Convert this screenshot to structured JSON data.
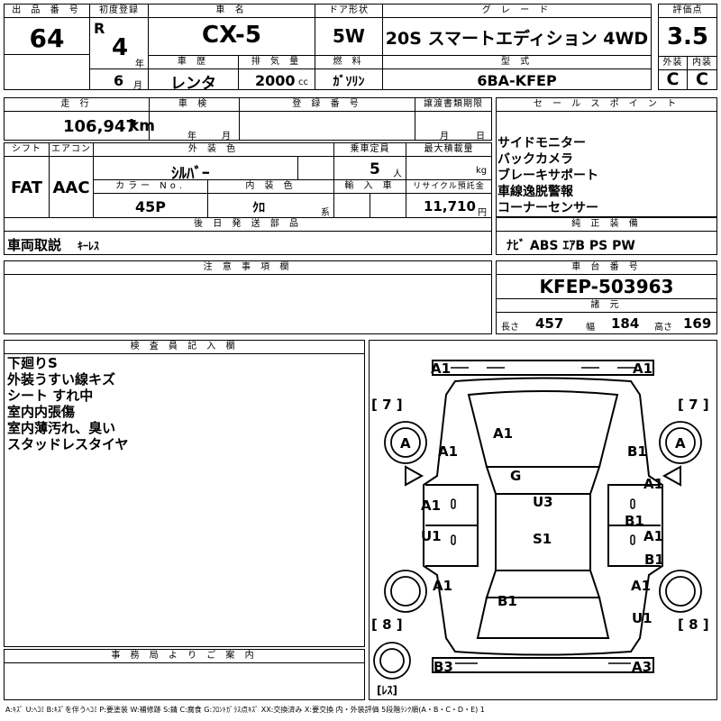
{
  "headers": {
    "lot_no": "出 品 番 号",
    "first_reg": "初度登録",
    "car_name": "車  名",
    "door": "ドア形状",
    "grade": "グ レ ー ド",
    "score": "評価点",
    "history": "車 歴",
    "displacement": "排 気 量",
    "fuel": "燃 料",
    "model_code": "型 式",
    "exterior": "外装",
    "interior": "内装",
    "mileage": "走 行",
    "inspection": "車 検",
    "reg_no": "登 録 番 号",
    "transfer_deadline": "譲渡書類期限",
    "sales_points": "セ ー ル ス ポ イ ン ト",
    "shift": "シフト",
    "aircon": "エアコン",
    "ext_color": "外 装 色",
    "capacity": "乗車定員",
    "max_load": "最大積載量",
    "color_no": "カラー  No.",
    "int_color": "内 装 色",
    "import": "輸 入 車",
    "recycle": "リサイクル預託金",
    "later_parts": "後 日 発 送 部 品",
    "genuine_equipment": "純 正 装 備",
    "notes": "注 意 事 項 欄",
    "chassis_no": "車 台 番 号",
    "specs": "諸 元",
    "inspector_notes": "検 査 員 記 入 欄",
    "office_notice": "事 務 局 よ り ご 案 内"
  },
  "lot_no": "64",
  "first_reg": {
    "era": "R",
    "year": "4",
    "year_unit": "年",
    "month": "6",
    "month_unit": "月"
  },
  "car_name": "CX-5",
  "door": "5W",
  "grade": "20S スマートエディション 4WD",
  "score": "3.5",
  "history": "レンタ",
  "displacement": "2000",
  "displacement_unit": "cc",
  "fuel": "ｶﾞｿﾘﾝ",
  "model_code": "6BA-KFEP",
  "exterior_grade": "C",
  "interior_grade": "C",
  "mileage": "106,947",
  "mileage_unit": "km",
  "inspection": {
    "year_unit": "年",
    "month_unit": "月"
  },
  "transfer_deadline": {
    "month_unit": "月",
    "day_unit": "日"
  },
  "sales_points": [
    "サイドモニター",
    "バックカメラ",
    "ブレーキサポート",
    "車線逸脱警報",
    "コーナーセンサー"
  ],
  "shift": "FAT",
  "aircon": "AAC",
  "ext_color": "ｼﾙﾊﾞｰ",
  "capacity": "5",
  "capacity_unit": "人",
  "max_load_unit": "kg",
  "color_no": "45P",
  "int_color": "ｸﾛ",
  "int_color_unit": "系",
  "recycle": "11,710",
  "recycle_unit": "円",
  "later_parts": "車両取説",
  "later_parts_detail": "ｷｰﾚｽ",
  "genuine_equipment": "ﾅﾋﾞ ABS ｴｱB PS PW",
  "chassis_no": "KFEP-503963",
  "specs": {
    "length_label": "長さ",
    "length": "457",
    "width_label": "幅",
    "width": "184",
    "height_label": "高さ",
    "height": "169"
  },
  "inspector_notes": [
    "下廻りS",
    "外装うすい線キズ",
    "シート すれ中",
    "室内内張傷",
    "室内薄汚れ、臭い",
    "スタッドレスタイヤ"
  ],
  "diagram": {
    "tire_fl_brackets": "[ 7 ]",
    "tire_fr_brackets": "[ 7 ]",
    "tire_rl_brackets": "[ 8 ]",
    "tire_rr_brackets": "[ 8 ]",
    "spare_label": "[ﾚｽ]",
    "marks": [
      {
        "text": "A1",
        "id": "front-bumper-left"
      },
      {
        "text": "A1",
        "id": "front-bumper-right"
      },
      {
        "text": "A",
        "id": "wheel-front-left"
      },
      {
        "text": "A",
        "id": "wheel-front-right"
      },
      {
        "text": "A1",
        "id": "hood"
      },
      {
        "text": "A1",
        "id": "fender-front-left"
      },
      {
        "text": "B1",
        "id": "fender-front-right"
      },
      {
        "text": "G",
        "id": "windshield"
      },
      {
        "text": "A1",
        "id": "door-front-left"
      },
      {
        "text": "A1",
        "id": "door-front-right"
      },
      {
        "text": "U3",
        "id": "roof-front"
      },
      {
        "text": "B1",
        "id": "pillar-right"
      },
      {
        "text": "U1",
        "id": "door-rear-left"
      },
      {
        "text": "S1",
        "id": "roof-rear"
      },
      {
        "text": "A1",
        "id": "door-rear-right"
      },
      {
        "text": "B1",
        "id": "door-rear-right-lower"
      },
      {
        "text": "A1",
        "id": "quarter-left"
      },
      {
        "text": "A1",
        "id": "quarter-right"
      },
      {
        "text": "B1",
        "id": "tailgate"
      },
      {
        "text": "U1",
        "id": "wheel-rear-right-arch"
      },
      {
        "text": "B3",
        "id": "rear-bumper-left"
      },
      {
        "text": "A3",
        "id": "rear-bumper-right"
      }
    ]
  },
  "legend": "A:ｷｽﾞ U:ﾍｺﾐ B:ｷｽﾞを伴うﾍｺﾐ P:要塗装 W:補修跡 S:錆 C:腐食 G:ﾌﾛﾝﾄｶﾞﾗｽ点ｷｽﾞ XX:交換済み X:要交換  内・外装評価  5段階ﾗﾝｸ順(A・B・C・D・E) 1"
}
